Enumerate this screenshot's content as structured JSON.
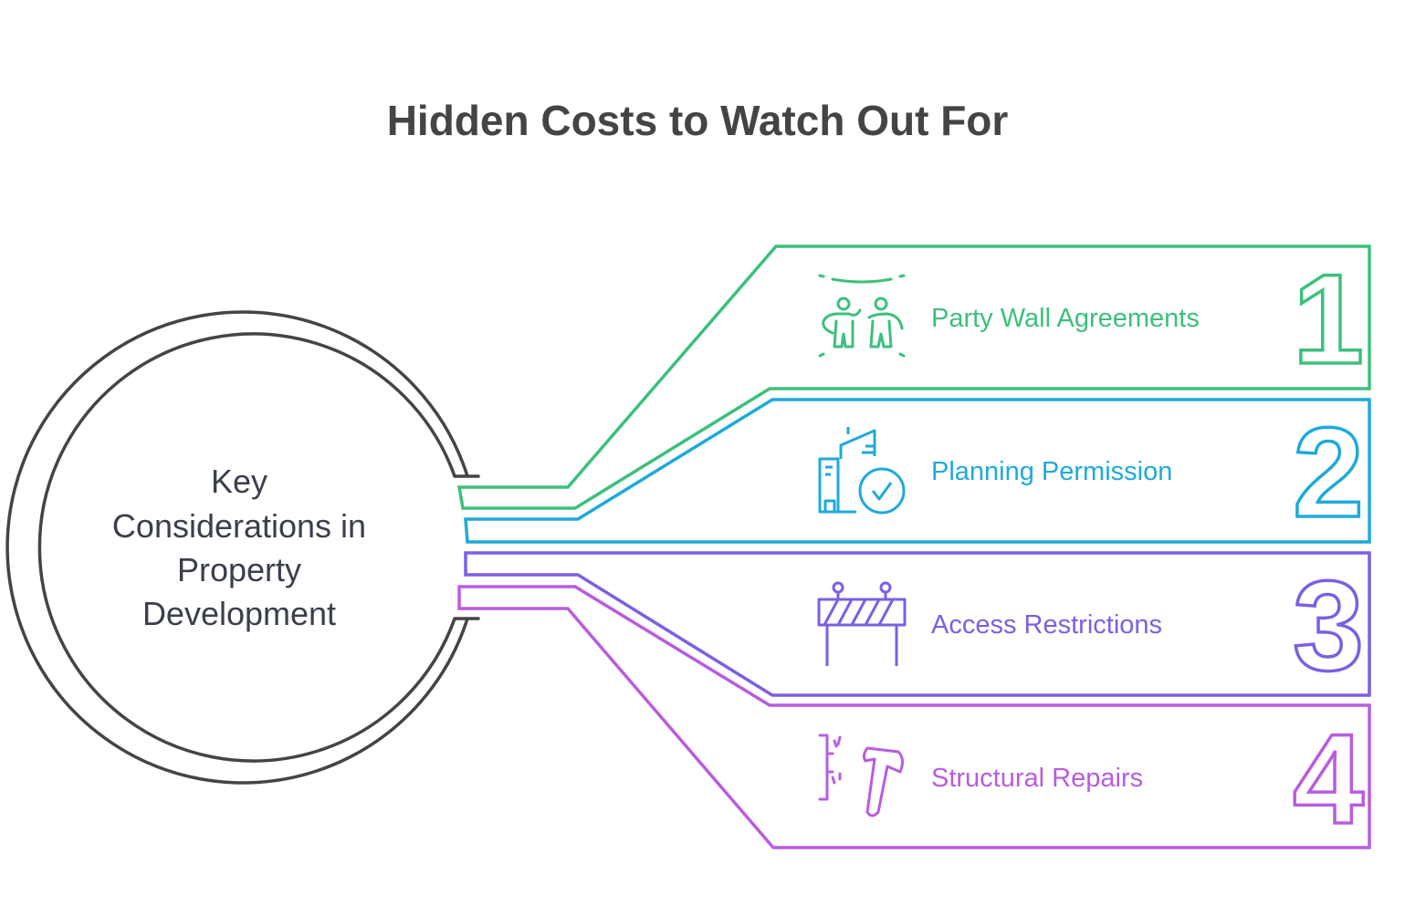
{
  "title": "Hidden Costs to Watch Out For",
  "center": {
    "lines": [
      "Key",
      "Considerations in",
      "Property",
      "Development"
    ]
  },
  "items": [
    {
      "number": "1",
      "label": "Party Wall Agreements",
      "icon": "people-icon",
      "color": "#3cc07c"
    },
    {
      "number": "2",
      "label": "Planning Permission",
      "icon": "building-check-icon",
      "color": "#1eaad9"
    },
    {
      "number": "3",
      "label": "Access Restrictions",
      "icon": "barrier-icon",
      "color": "#7b5fe3"
    },
    {
      "number": "4",
      "label": "Structural Repairs",
      "icon": "hammer-icon",
      "color": "#b95ce0"
    }
  ]
}
